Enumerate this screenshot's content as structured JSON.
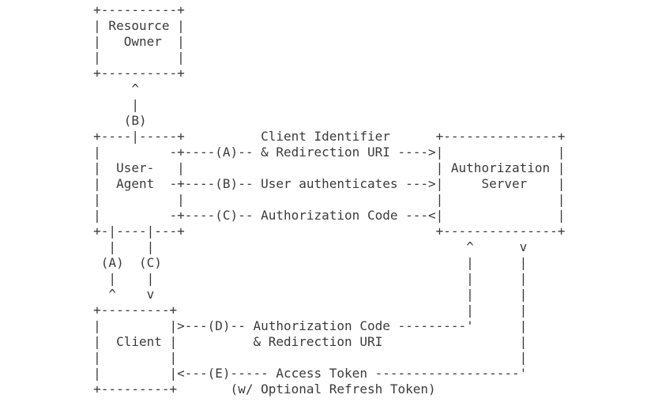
{
  "colors": {
    "background": "#ffffff",
    "text": "#3b3b3b"
  },
  "diagram": {
    "ascii_lines": [
      "     +----------+",
      "     | Resource |",
      "     |   Owner  |",
      "     |          |",
      "     +----------+",
      "          ^",
      "          |",
      "         (B)",
      "     +----|-----+          Client Identifier      +---------------+",
      "     |         -+----(A)-- & Redirection URI ---->|               |",
      "     |  User-   |                                 | Authorization |",
      "     |  Agent  -+----(B)-- User authenticates --->|     Server    |",
      "     |          |                                 |               |",
      "     |         -+----(C)-- Authorization Code ---<|               |",
      "     +-|----|---+                                 +---------------+",
      "       |    |                                         ^      v",
      "      (A)  (C)                                        |      |",
      "       |    |                                         |      |",
      "       ^    v                                         |      |",
      "     +---------+                                      |      |",
      "     |         |>---(D)-- Authorization Code ---------'      |",
      "     |  Client |          & Redirection URI                  |",
      "     |         |                                             |",
      "     |         |<---(E)----- Access Token -------------------'",
      "     +---------+       (w/ Optional Refresh Token)"
    ],
    "entities": [
      {
        "label": "Resource Owner"
      },
      {
        "label": "User-Agent"
      },
      {
        "label": "Authorization Server"
      },
      {
        "label": "Client"
      }
    ],
    "steps": [
      {
        "step": "(A)",
        "label": "Client Identifier & Redirection URI"
      },
      {
        "step": "(B)",
        "label": "User authenticates"
      },
      {
        "step": "(C)",
        "label": "Authorization Code"
      },
      {
        "step": "(D)",
        "label": "Authorization Code & Redirection URI"
      },
      {
        "step": "(E)",
        "label": "Access Token (w/ Optional Refresh Token)"
      }
    ]
  }
}
